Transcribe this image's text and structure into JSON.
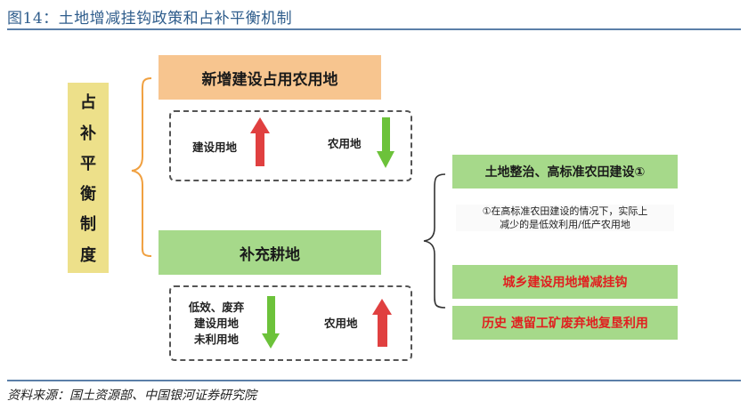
{
  "figure_title": "图14：土地增减挂钩政策和占补平衡机制",
  "source": "资料来源：国土资源部、中国银河证券研究院",
  "side_label": [
    "占",
    "补",
    "平",
    "衡",
    "制",
    "度"
  ],
  "occupy": {
    "title": "新增建设占用农用地",
    "left_label": "建设用地",
    "right_label": "农用地"
  },
  "supplement": {
    "title": "补充耕地",
    "left_label_lines": [
      "低效、废弃",
      "建设用地",
      "未利用地"
    ],
    "right_label": "农用地"
  },
  "methods": {
    "item1": "土地整治、高标准农田建设①",
    "note_line1": "①在高标准农田建设的情况下，实际上",
    "note_line2": "减少的是低效利用/低产农用地",
    "item2": "城乡建设用地增减挂钩",
    "item3": "历史 遗留工矿废弃地复垦利用"
  },
  "colors": {
    "up_arrow": "#e04040",
    "down_arrow": "#6cc23a",
    "brace": "#f0a040",
    "brace_right": "#333333"
  }
}
